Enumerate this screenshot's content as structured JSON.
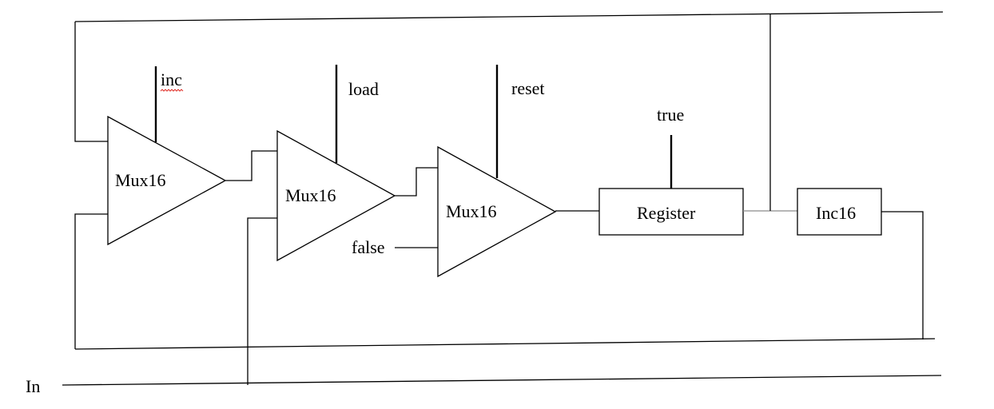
{
  "labels": {
    "mux1": "Mux16",
    "mux2": "Mux16",
    "mux3": "Mux16",
    "register": "Register",
    "inc16": "Inc16",
    "inc": "inc",
    "load": "load",
    "reset": "reset",
    "true_input": "true",
    "false_input": "false",
    "in_bus": "In"
  },
  "colors": {
    "line": "#000000",
    "feedback_wire": "#8a8a8a",
    "spellcheck_underline": "#e0322b"
  }
}
